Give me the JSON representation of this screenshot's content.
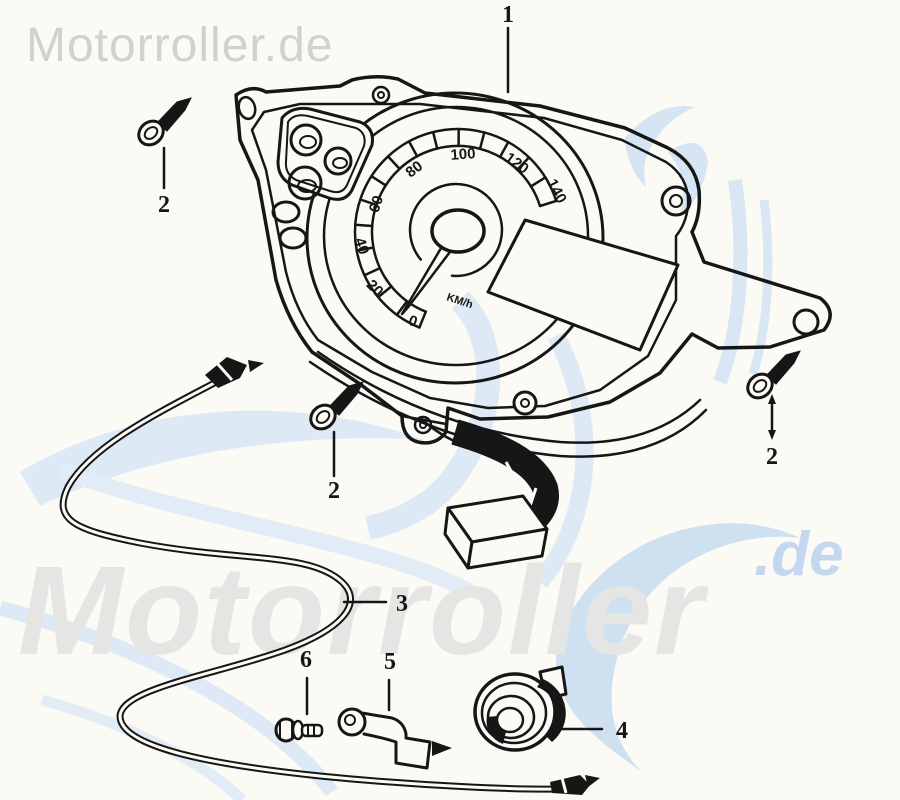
{
  "watermarks": {
    "top_left": "Motorroller.de",
    "big_text": "Motorroller",
    "big_suffix": ".de"
  },
  "dial": {
    "unit": "KM/h",
    "numbers": [
      "0",
      "20",
      "40",
      "60",
      "80",
      "100",
      "120",
      "140"
    ]
  },
  "callouts": {
    "speedometer": "1",
    "screw": "2",
    "cable": "3",
    "drive": "4",
    "bracket": "5",
    "bolt": "6"
  },
  "colors": {
    "paper": "#fbfaf5",
    "line_art": "#161616",
    "watermark_gray": "#d2d2cb",
    "watermark_big_text": "#e5e5e4",
    "watermark_blue": "#d6e5f3",
    "watermark_blue_accent": "#c3d8ee"
  }
}
